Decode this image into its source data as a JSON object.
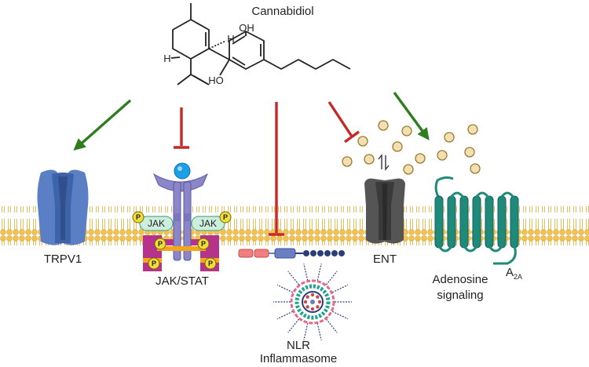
{
  "molecule": {
    "name": "Cannabidiol",
    "atoms": {
      "oh_top": "OH",
      "oh_left": "HO",
      "h_top": "H",
      "h_left": "H"
    }
  },
  "targets": {
    "trpv1": {
      "label": "TRPV1",
      "effect": "activation"
    },
    "jak_stat": {
      "label": "JAK/STAT",
      "effect": "inhibition",
      "jak_label": "JAK",
      "phospho_label": "P"
    },
    "nlr": {
      "label_line1": "NLR",
      "label_line2": "Inflammasome",
      "effect": "inhibition"
    },
    "ent": {
      "label": "ENT",
      "effect": "inhibition"
    },
    "adenosine": {
      "label_line1": "Adenosine",
      "label_line2": "signaling",
      "effect": "activation",
      "receptor_main": "A",
      "receptor_sub": "2A"
    }
  },
  "colors": {
    "activation_arrow": "#2e7d1e",
    "inhibition_arrow": "#c62828",
    "membrane": "#f2c14e",
    "trpv1": "#5b7fc4",
    "ent": "#4a4a4a",
    "a2a_receptor": "#1f8a7a",
    "adenosine_dot": "#f3dfb2"
  }
}
